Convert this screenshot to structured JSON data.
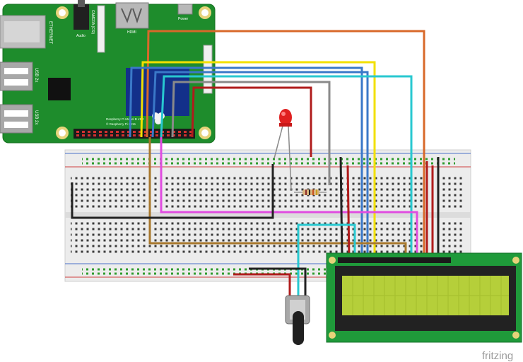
{
  "rpi": {
    "labels": {
      "ethernet": "ETHERNET",
      "usb1": "USB 2x",
      "usb2": "USB 2x",
      "audio": "Audio",
      "camera": "CAMERA (CSI)",
      "hdmi": "HDMI",
      "power": "Power",
      "model": "Raspberry Pi Model B v1.2",
      "copyright": "© Raspberry Pi 2015"
    }
  },
  "colors": {
    "board_green": "#1e8c2c",
    "breadboard": "#ebebeb",
    "lcd_pcb": "#1f9a3a",
    "lcd_screen": "#b5cf3a",
    "wire_orange": "#d8692a",
    "wire_yellow": "#f2e000",
    "wire_blue": "#3a78c8",
    "wire_cyan": "#28c8d0",
    "wire_gray": "#8a8a8a",
    "wire_red": "#b01c1c",
    "wire_brown": "#a8782c",
    "wire_magenta": "#e04ce0",
    "wire_black": "#222222"
  },
  "components": {
    "led": "red LED",
    "resistor": "resistor",
    "potentiometer": "potentiometer",
    "lcd": "16x2 character LCD"
  },
  "watermark": "fritzing"
}
